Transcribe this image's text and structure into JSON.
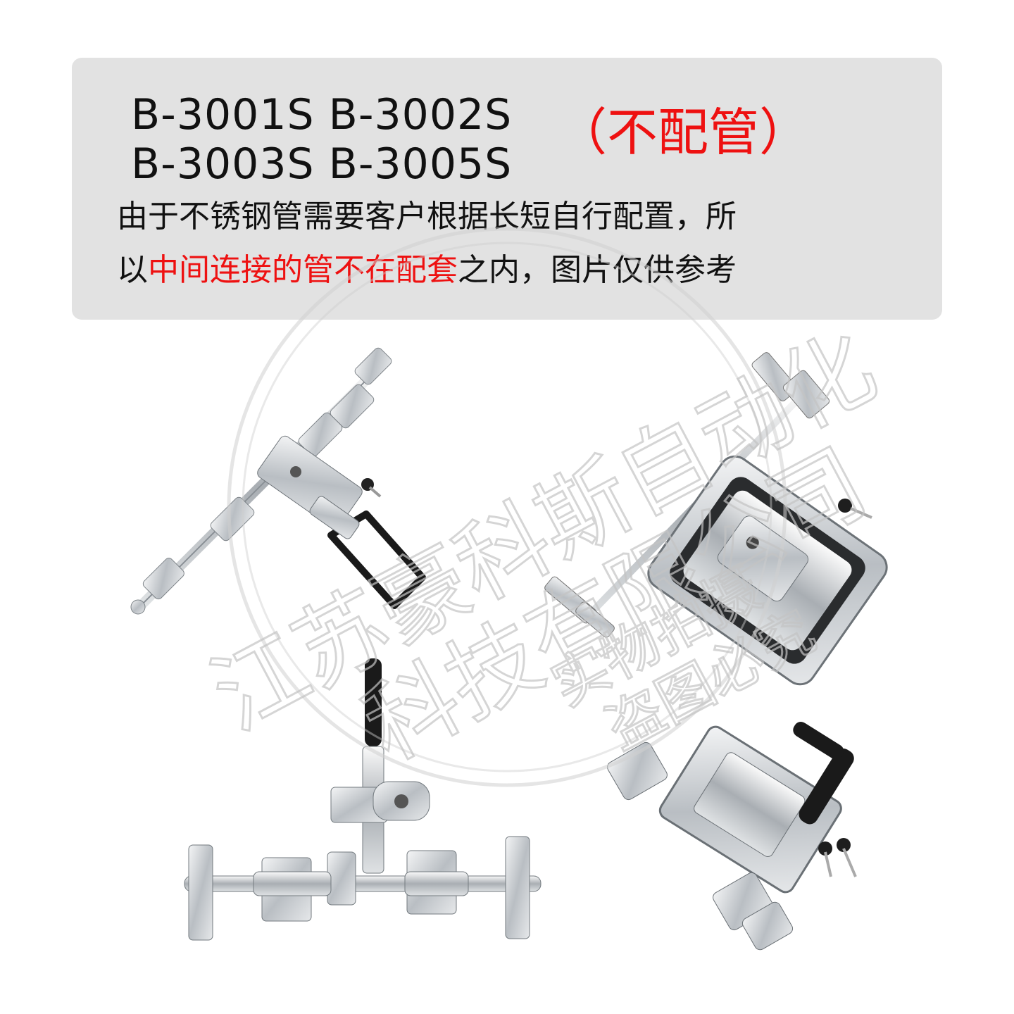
{
  "notice": {
    "model_line_1": "B-3001S  B-3002S",
    "model_line_2": "B-3003S  B-3005S",
    "no_pipe_label": "（不配管）",
    "line_1": "由于不锈钢管需要客户根据长短自行配置，所",
    "line_2_start": "以",
    "line_2_highlight": "中间连接的管不在配套",
    "line_2_end": "之内，图片仅供参考"
  },
  "watermark": {
    "company_line_1": "江苏豪科斯自动化",
    "company_line_2": "科技有限公司",
    "photo_line_1": "实物拍摄",
    "photo_line_2": "盗图必究"
  },
  "colors": {
    "panel": "#e2e2e2",
    "highlight_red": "#ee1111",
    "steel": "#c8ccd0",
    "rubber": "#1a1a1a"
  },
  "products": [
    {
      "name": "rod-latch-lock-diagonal",
      "icon": "door-lock-icon"
    },
    {
      "name": "recessed-paddle-handle-lock",
      "icon": "paddle-lock-icon"
    },
    {
      "name": "cargo-door-bar-lock",
      "icon": "bar-lock-icon"
    },
    {
      "name": "handle-latch-with-keys",
      "icon": "handle-latch-icon"
    }
  ]
}
